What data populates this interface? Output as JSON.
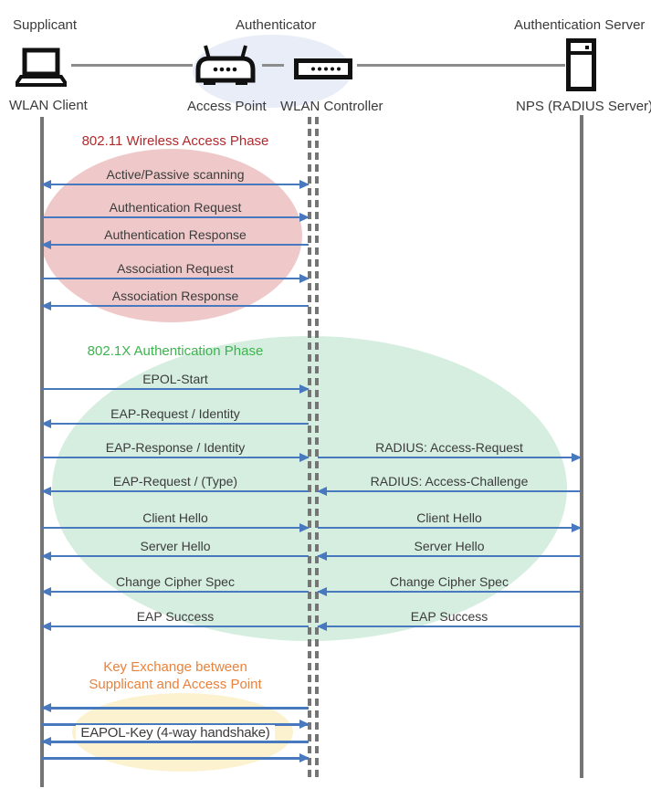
{
  "header": {
    "roles": [
      {
        "label": "Supplicant"
      },
      {
        "label": "Authenticator"
      },
      {
        "label": "Authentication Server"
      }
    ],
    "devices": [
      {
        "label": "WLAN Client",
        "icon": "laptop-icon"
      },
      {
        "label": "Access Point",
        "icon": "access-point-icon"
      },
      {
        "label": "WLAN Controller",
        "icon": "wlan-controller-icon"
      },
      {
        "label": "NPS (RADIUS Server)",
        "icon": "server-icon"
      }
    ]
  },
  "phases": [
    {
      "title": "802.11 Wireless Access Phase",
      "title_color": "#b22a2e",
      "ellipse_color": "#efc9c9"
    },
    {
      "title": "802.1X Authentication Phase",
      "title_color": "#3cb44e",
      "ellipse_color": "#d5eedf"
    },
    {
      "title_line1": "Key Exchange between",
      "title_line2": "Supplicant and Access Point",
      "title_color": "#e8823c",
      "ellipse_color": "#fcf2cf"
    }
  ],
  "messages_left": [
    {
      "label": "Active/Passive scanning",
      "dir": "both"
    },
    {
      "label": "Authentication Request",
      "dir": "right"
    },
    {
      "label": "Authentication Response",
      "dir": "left"
    },
    {
      "label": "Association Request",
      "dir": "right"
    },
    {
      "label": "Association Response",
      "dir": "left"
    },
    {
      "label": "EPOL-Start",
      "dir": "right"
    },
    {
      "label": "EAP-Request / Identity",
      "dir": "left"
    },
    {
      "label": "EAP-Response / Identity",
      "dir": "right"
    },
    {
      "label": "EAP-Request / (Type)",
      "dir": "left"
    },
    {
      "label": "Client Hello",
      "dir": "right"
    },
    {
      "label": "Server Hello",
      "dir": "left"
    },
    {
      "label": "Change Cipher Spec",
      "dir": "left"
    },
    {
      "label": "EAP Success",
      "dir": "left"
    }
  ],
  "messages_right": [
    {
      "label": "RADIUS: Access-Request",
      "dir": "right"
    },
    {
      "label": "RADIUS: Access-Challenge",
      "dir": "left"
    },
    {
      "label": "Client Hello",
      "dir": "right"
    },
    {
      "label": "Server Hello",
      "dir": "left"
    },
    {
      "label": "Change Cipher Spec",
      "dir": "left"
    },
    {
      "label": "EAP Success",
      "dir": "left"
    }
  ],
  "handshake": {
    "label": "EAPOL-Key (4-way handshake)",
    "arrows": [
      "left",
      "right",
      "left",
      "right"
    ]
  },
  "colors": {
    "arrow_blue": "#4878be",
    "lifeline_gray": "#757575",
    "phase_red_fill": "#efc9c9",
    "phase_green_fill": "#d5eedf",
    "phase_yellow_fill": "#fcf2cf",
    "authenticator_fill": "#e9edf8",
    "title_red": "#b22a2e",
    "title_green": "#3cb44e",
    "title_orange": "#e8823c",
    "text_dark": "#3b3b3b"
  }
}
